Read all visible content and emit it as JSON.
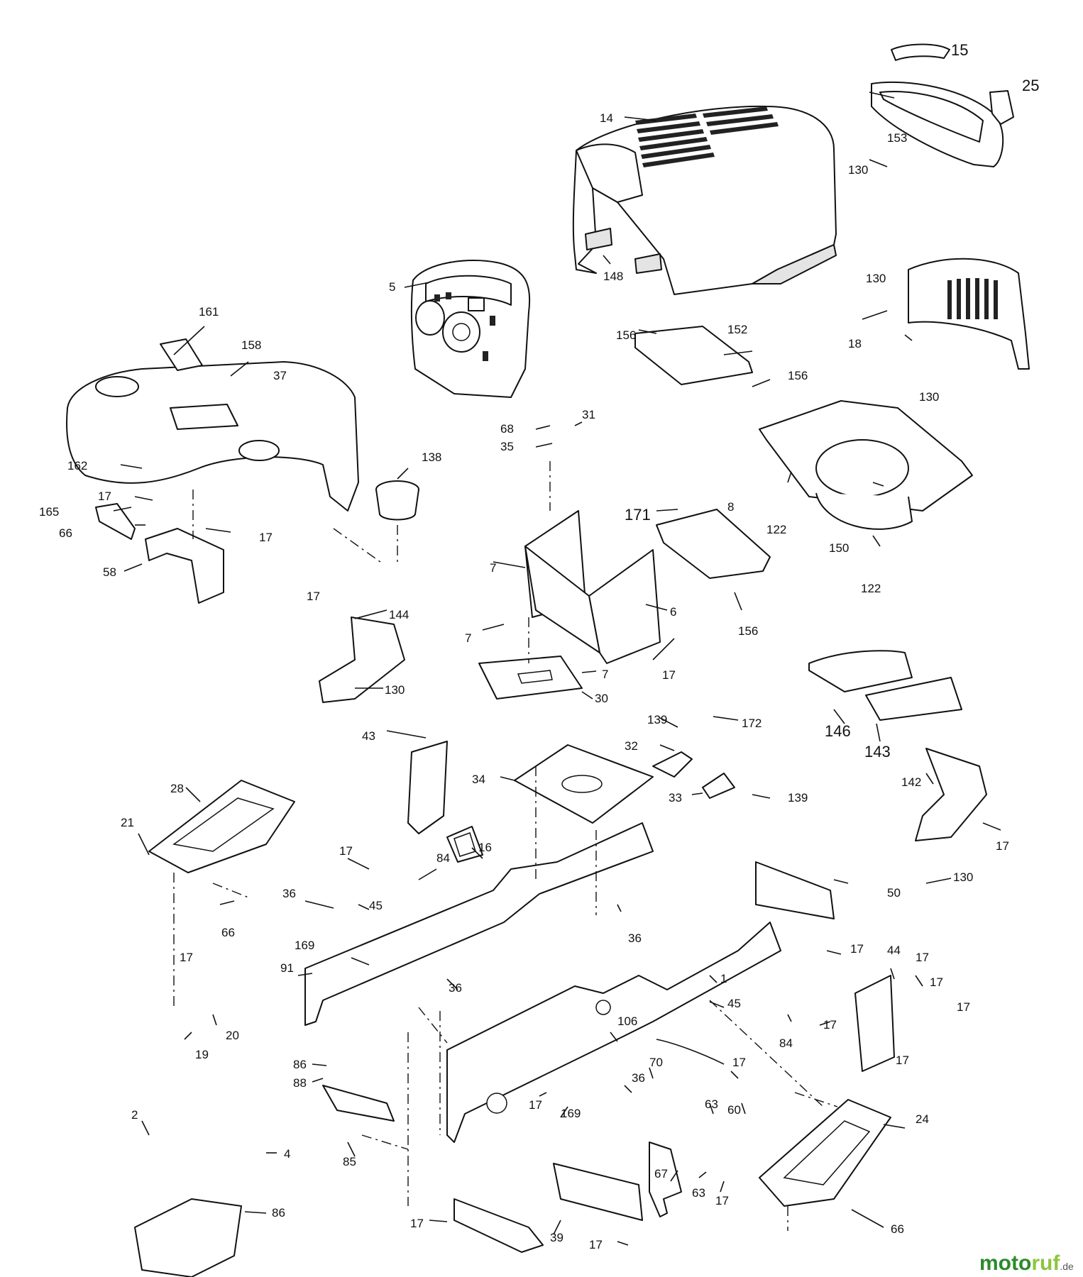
{
  "diagram": {
    "callouts": [
      {
        "id": "c15",
        "text": "15",
        "size": "big"
      },
      {
        "id": "c25",
        "text": "25",
        "size": "big"
      },
      {
        "id": "c14",
        "text": "14"
      },
      {
        "id": "c153",
        "text": "153"
      },
      {
        "id": "c130a",
        "text": "130"
      },
      {
        "id": "c148",
        "text": "148"
      },
      {
        "id": "c5",
        "text": "5"
      },
      {
        "id": "c130b",
        "text": "130"
      },
      {
        "id": "c156a",
        "text": "156"
      },
      {
        "id": "c152",
        "text": "152"
      },
      {
        "id": "c18",
        "text": "18"
      },
      {
        "id": "c156b",
        "text": "156"
      },
      {
        "id": "c130c",
        "text": "130"
      },
      {
        "id": "c161",
        "text": "161"
      },
      {
        "id": "c158",
        "text": "158"
      },
      {
        "id": "c37",
        "text": "37"
      },
      {
        "id": "c68",
        "text": "68"
      },
      {
        "id": "c31",
        "text": "31"
      },
      {
        "id": "c35",
        "text": "35"
      },
      {
        "id": "c138",
        "text": "138"
      },
      {
        "id": "c162",
        "text": "162"
      },
      {
        "id": "c17a",
        "text": "17"
      },
      {
        "id": "c165",
        "text": "165"
      },
      {
        "id": "c17b",
        "text": "17"
      },
      {
        "id": "c66a",
        "text": "66"
      },
      {
        "id": "c58",
        "text": "58"
      },
      {
        "id": "c171",
        "text": "171",
        "size": "big"
      },
      {
        "id": "c8",
        "text": "8"
      },
      {
        "id": "c122a",
        "text": "122"
      },
      {
        "id": "c150",
        "text": "150"
      },
      {
        "id": "c122b",
        "text": "122"
      },
      {
        "id": "c7a",
        "text": "7"
      },
      {
        "id": "c6",
        "text": "6"
      },
      {
        "id": "c156c",
        "text": "156"
      },
      {
        "id": "c17c",
        "text": "17"
      },
      {
        "id": "c144",
        "text": "144"
      },
      {
        "id": "c7b",
        "text": "7"
      },
      {
        "id": "c7c",
        "text": "7"
      },
      {
        "id": "c17d",
        "text": "17"
      },
      {
        "id": "c130d",
        "text": "130"
      },
      {
        "id": "c30",
        "text": "30"
      },
      {
        "id": "c146",
        "text": "146",
        "size": "big"
      },
      {
        "id": "c143",
        "text": "143",
        "size": "big"
      },
      {
        "id": "c139a",
        "text": "139"
      },
      {
        "id": "c172",
        "text": "172"
      },
      {
        "id": "c43",
        "text": "43"
      },
      {
        "id": "c32",
        "text": "32"
      },
      {
        "id": "c142",
        "text": "142"
      },
      {
        "id": "c28",
        "text": "28"
      },
      {
        "id": "c34",
        "text": "34"
      },
      {
        "id": "c33",
        "text": "33"
      },
      {
        "id": "c139b",
        "text": "139"
      },
      {
        "id": "c17e",
        "text": "17"
      },
      {
        "id": "c21",
        "text": "21"
      },
      {
        "id": "c17f",
        "text": "17"
      },
      {
        "id": "c84a",
        "text": "84"
      },
      {
        "id": "c16",
        "text": "16"
      },
      {
        "id": "c130e",
        "text": "130"
      },
      {
        "id": "c36a",
        "text": "36"
      },
      {
        "id": "c45a",
        "text": "45"
      },
      {
        "id": "c50",
        "text": "50"
      },
      {
        "id": "c66b",
        "text": "66"
      },
      {
        "id": "c169a",
        "text": "169"
      },
      {
        "id": "c36b",
        "text": "36"
      },
      {
        "id": "c17g",
        "text": "17"
      },
      {
        "id": "c17h",
        "text": "17"
      },
      {
        "id": "c44",
        "text": "44"
      },
      {
        "id": "c17i",
        "text": "17"
      },
      {
        "id": "c91",
        "text": "91"
      },
      {
        "id": "c1",
        "text": "1"
      },
      {
        "id": "c36c",
        "text": "36"
      },
      {
        "id": "c17j",
        "text": "17"
      },
      {
        "id": "c17k",
        "text": "17"
      },
      {
        "id": "c20",
        "text": "20"
      },
      {
        "id": "c45b",
        "text": "45"
      },
      {
        "id": "c106",
        "text": "106"
      },
      {
        "id": "c84b",
        "text": "84"
      },
      {
        "id": "c17l",
        "text": "17"
      },
      {
        "id": "c17m",
        "text": "17"
      },
      {
        "id": "c19",
        "text": "19"
      },
      {
        "id": "c70",
        "text": "70"
      },
      {
        "id": "c17n",
        "text": "17"
      },
      {
        "id": "c86a",
        "text": "86"
      },
      {
        "id": "c36d",
        "text": "36"
      },
      {
        "id": "c88",
        "text": "88"
      },
      {
        "id": "c17o",
        "text": "17"
      },
      {
        "id": "c169b",
        "text": "169"
      },
      {
        "id": "c63a",
        "text": "63"
      },
      {
        "id": "c60",
        "text": "60"
      },
      {
        "id": "c2",
        "text": "2"
      },
      {
        "id": "c4",
        "text": "4"
      },
      {
        "id": "c24",
        "text": "24"
      },
      {
        "id": "c85",
        "text": "85"
      },
      {
        "id": "c67",
        "text": "67"
      },
      {
        "id": "c63b",
        "text": "63"
      },
      {
        "id": "c17p",
        "text": "17"
      },
      {
        "id": "c86b",
        "text": "86"
      },
      {
        "id": "c66c",
        "text": "66"
      },
      {
        "id": "c17q",
        "text": "17"
      },
      {
        "id": "c39",
        "text": "39"
      },
      {
        "id": "c17r",
        "text": "17"
      }
    ]
  },
  "watermark": {
    "brand_a": "moto",
    "brand_b": "ruf",
    "suffix": ".de"
  }
}
